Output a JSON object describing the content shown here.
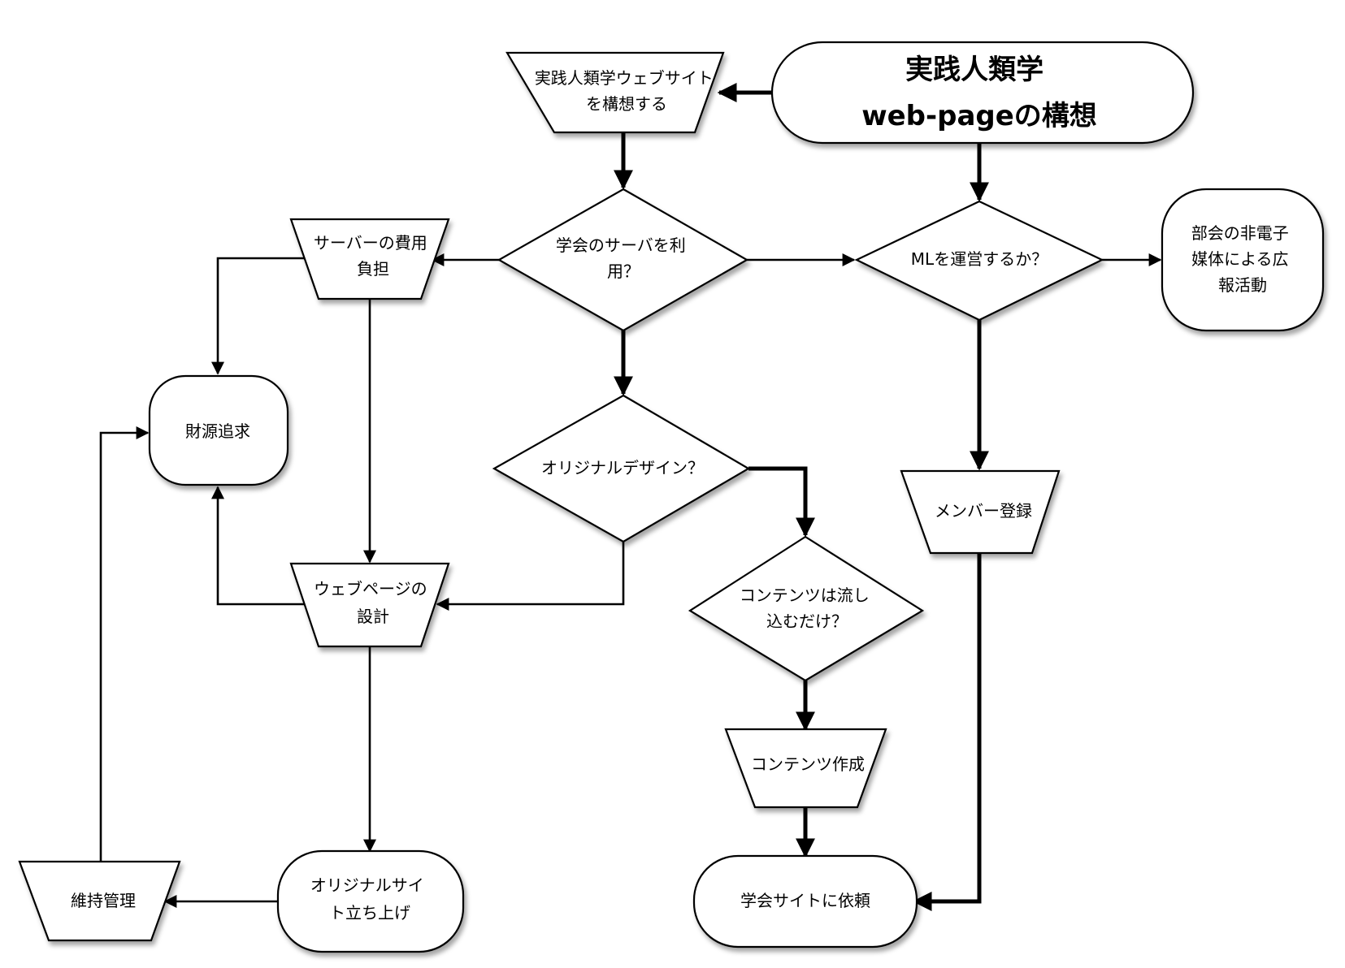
{
  "nodes": {
    "title": {
      "lines": [
        "実践人類学",
        "web-pageの構想"
      ]
    },
    "conceive_site": {
      "lines": [
        "実践人類学ウェブサイト",
        "を構想する"
      ]
    },
    "use_society_server": {
      "lines": [
        "学会のサーバを利",
        "用？"
      ]
    },
    "run_ml": {
      "lines": [
        "MLを運営するか？"
      ]
    },
    "non_electronic_pr": {
      "lines": [
        "部会の非電子",
        "媒体による広",
        "報活動"
      ]
    },
    "server_cost": {
      "lines": [
        "サーバーの費用",
        "負担"
      ]
    },
    "funding": {
      "lines": [
        "財源追求"
      ]
    },
    "original_design": {
      "lines": [
        "オリジナルデザイン？"
      ]
    },
    "webpage_design": {
      "lines": [
        "ウェブページの",
        "設計"
      ]
    },
    "contents_only": {
      "lines": [
        "コンテンツは流し",
        "込むだけ？"
      ]
    },
    "member_registration": {
      "lines": [
        "メンバー登録"
      ]
    },
    "contents_creation": {
      "lines": [
        "コンテンツ作成"
      ]
    },
    "original_site_launch": {
      "lines": [
        "オリジナルサイ",
        "ト立ち上げ"
      ]
    },
    "maintenance": {
      "lines": [
        "維持管理"
      ]
    },
    "request_society_site": {
      "lines": [
        "学会サイトに依頼"
      ]
    }
  }
}
